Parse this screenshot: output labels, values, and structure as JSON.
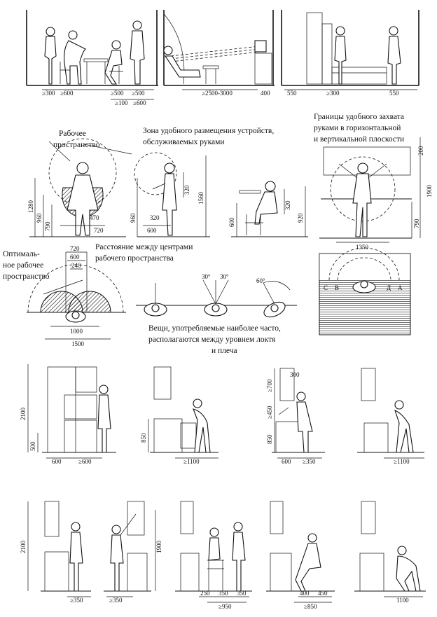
{
  "captions": {
    "work_space": "Рабочее\nпространство",
    "reach_zone": "Зона удобного размещения устройств,\nобслуживаемых руками",
    "grasp_limits": "Границы удобного захвата\nруками в горизонтальной\nи вертикальной плоскости",
    "optimal_space": "Оптималь-\nное рабочее\nпространство",
    "center_distance": "Расстояние между центрами\nрабочего пространства",
    "frequent_items": "Вещи, употребляемые наиболее часто,\nрасполагаются между уровнем локтя\nи плеча"
  },
  "row1": {
    "panel1": [
      "≥300",
      "≥600",
      "≥500",
      "≥500",
      "≥100",
      "≥600"
    ],
    "panel2": [
      "≥2500-3000",
      "400"
    ],
    "panel3": [
      "550",
      "≥300",
      "550"
    ]
  },
  "row2": {
    "front": [
      "1280",
      "960",
      "790",
      "470",
      "720"
    ],
    "side": [
      "960",
      "320",
      "1560",
      "320",
      "600"
    ],
    "seated": [
      "600",
      "320",
      "920"
    ],
    "reach_front": [
      "200",
      "1900",
      "790",
      "1350"
    ],
    "overhead_letters": [
      "С",
      "В",
      "Д",
      "А"
    ]
  },
  "row3": {
    "top_view": [
      "720",
      "600",
      "240",
      "1000",
      "1500"
    ],
    "angles": [
      "30°",
      "30°",
      "60°"
    ]
  },
  "row4": {
    "p1": [
      "2100",
      "500",
      "600",
      "≥600"
    ],
    "p2": [
      "850",
      "≥1100"
    ],
    "p3": [
      "300",
      "≥700",
      "≥450",
      "850",
      "600",
      "≥350"
    ],
    "p4": [
      "≥1100"
    ]
  },
  "row5": {
    "p1": [
      "2100",
      "≥350"
    ],
    "p2": [
      "≥350",
      "1900"
    ],
    "p3": [
      "250",
      "350",
      "350",
      "≥950"
    ],
    "p4": [
      "400",
      "450",
      "≥850"
    ],
    "p5": [
      "1100"
    ]
  }
}
